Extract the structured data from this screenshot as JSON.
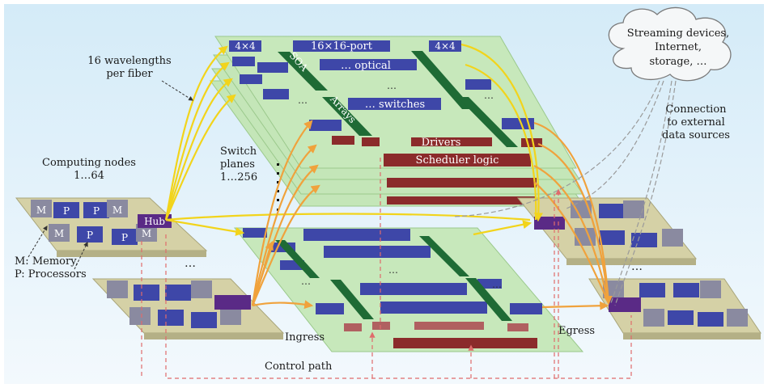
{
  "labels": {
    "wavelengths_line1": "16 wavelengths",
    "wavelengths_line2": "per fiber",
    "computing_nodes_line1": "Computing nodes",
    "computing_nodes_line2": "1…64",
    "switch_planes_line1": "Switch",
    "switch_planes_line2": "planes",
    "switch_planes_line3": "1…256",
    "memory_legend": "M: Memory,",
    "processor_legend": "P: Processors",
    "ingress": "Ingress",
    "egress": "Egress",
    "control_path": "Control path",
    "external_line1": "Connection",
    "external_line2": "to external",
    "external_line3": "data sources",
    "hub": "Hub"
  },
  "cloud": {
    "line1": "Streaming devices,",
    "line2": "Internet,",
    "line3": "storage, …"
  },
  "switch_plane": {
    "port_small_left": "4×4",
    "port_small_right": "4×4",
    "port_large": "16×16-port",
    "optical": "… optical",
    "switches": "… switches",
    "soa": "SOA",
    "arrays": "Arrays",
    "drivers": "Drivers",
    "scheduler": "Scheduler logic"
  },
  "chip_labels": [
    "M",
    "P",
    "P",
    "M",
    "M",
    "P",
    "P",
    "M"
  ],
  "ellipsis": "…",
  "colors": {
    "background_top": "#d8ecf8",
    "background_bottom": "#f2f9fd",
    "plane": "#bfe3b4",
    "blue_chip": "#3e47a8",
    "green_bar": "#1f6b35",
    "red_bar": "#8b2b2b",
    "hub": "#5a2a86",
    "fiber": "#f2d41b",
    "orange_fiber": "#f0a23c",
    "control_path": "#e06b6b",
    "board": "#d5d1a6"
  }
}
